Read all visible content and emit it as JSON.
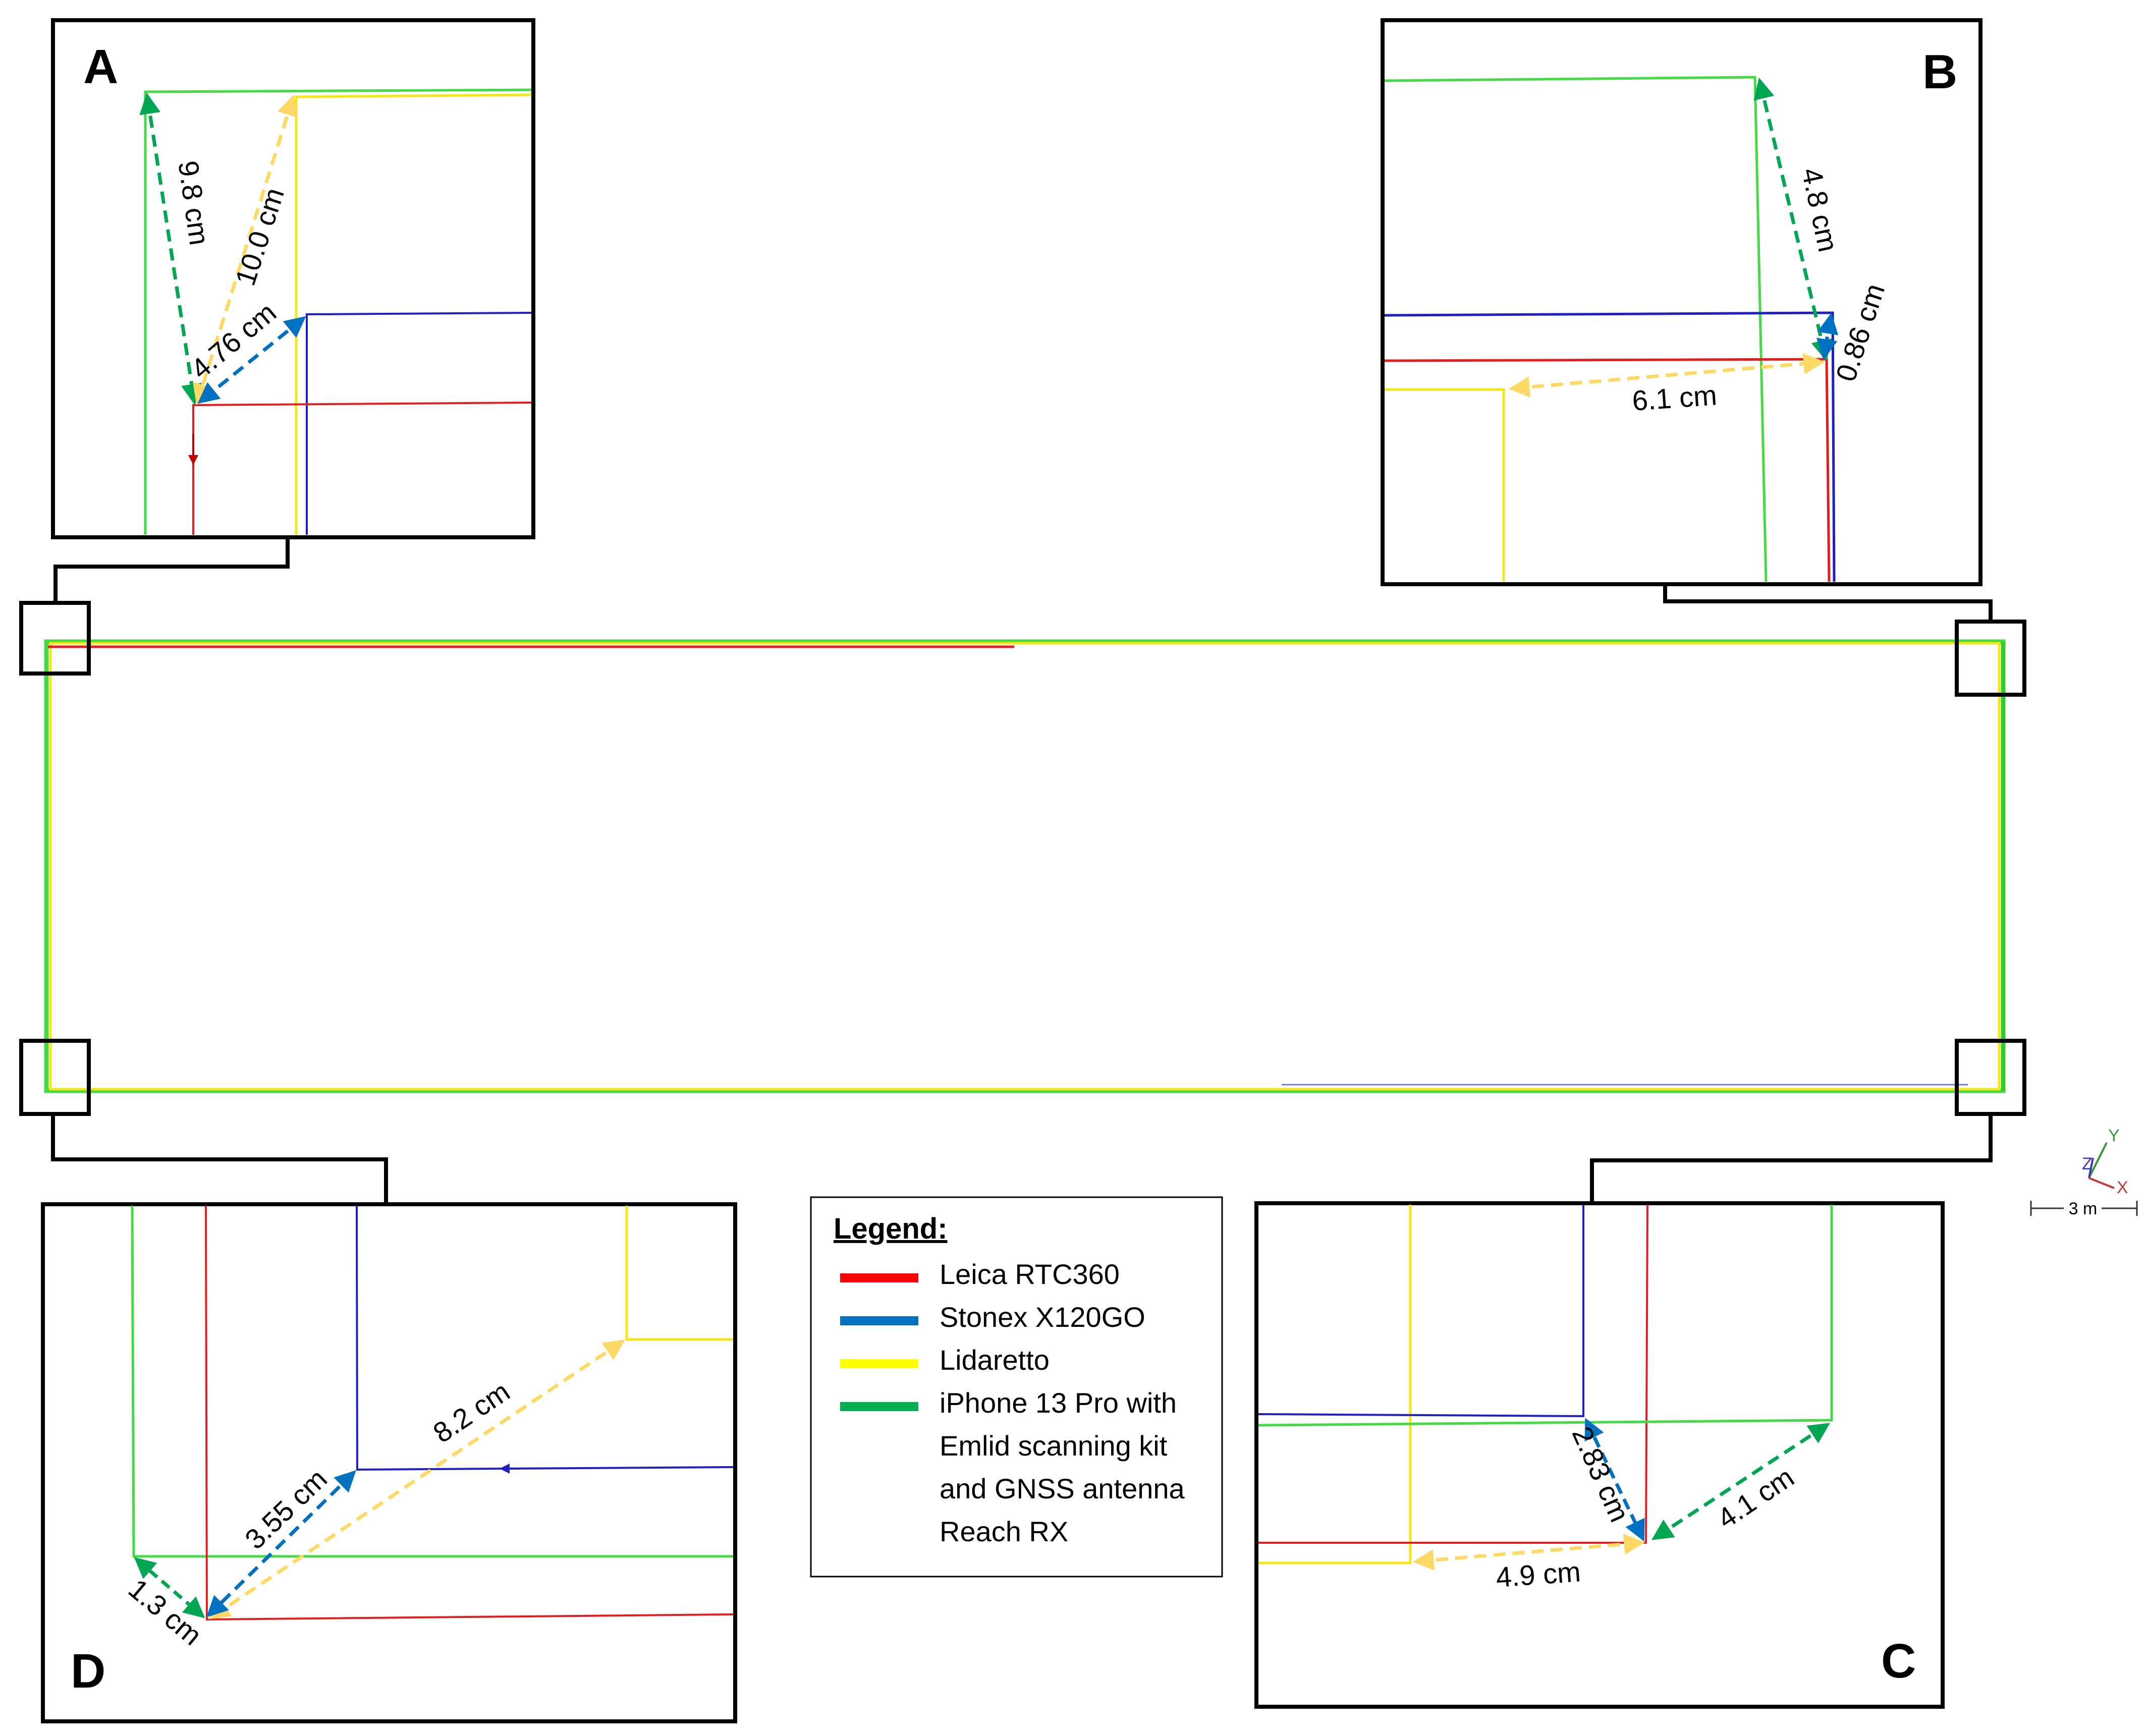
{
  "panels": {
    "A": {
      "letter": "A",
      "measurements": [
        {
          "label": "9.8 cm",
          "color": "#00a651"
        },
        {
          "label": "10.0 cm",
          "color": "#ffd966"
        },
        {
          "label": "4.76 cm",
          "color": "#0070c0"
        }
      ]
    },
    "B": {
      "letter": "B",
      "measurements": [
        {
          "label": "4.8 cm",
          "color": "#00a651"
        },
        {
          "label": "0.86 cm",
          "color": "#0070c0"
        },
        {
          "label": "6.1 cm",
          "color": "#ffd966"
        }
      ]
    },
    "C": {
      "letter": "C",
      "measurements": [
        {
          "label": "2.83 cm",
          "color": "#0070c0"
        },
        {
          "label": "4.1 cm",
          "color": "#00a651"
        },
        {
          "label": "4.9 cm",
          "color": "#ffd966"
        }
      ]
    },
    "D": {
      "letter": "D",
      "measurements": [
        {
          "label": "8.2 cm",
          "color": "#ffd966"
        },
        {
          "label": "3.55 cm",
          "color": "#0070c0"
        },
        {
          "label": "1.3 cm",
          "color": "#00a651"
        }
      ]
    }
  },
  "legend": {
    "title": "Legend:",
    "items": [
      {
        "label": "Leica RTC360",
        "color": "#ff0000"
      },
      {
        "label": "Stonex X120GO",
        "color": "#0070c0"
      },
      {
        "label": "Lidaretto",
        "color": "#ffff00"
      },
      {
        "label": "iPhone 13 Pro with",
        "color": "#00b050"
      }
    ],
    "continuation": [
      "Emlid scanning kit",
      "and GNSS antenna",
      "Reach RX"
    ]
  },
  "axes": {
    "y_label": "Y",
    "z_label": "Z",
    "x_label": "X",
    "scale_label": "3 m"
  },
  "colors": {
    "leica": "#e02020",
    "stonex": "#2020c0",
    "lidaretto": "#f5e614",
    "iphone": "#45d945",
    "frame": "#000000"
  }
}
